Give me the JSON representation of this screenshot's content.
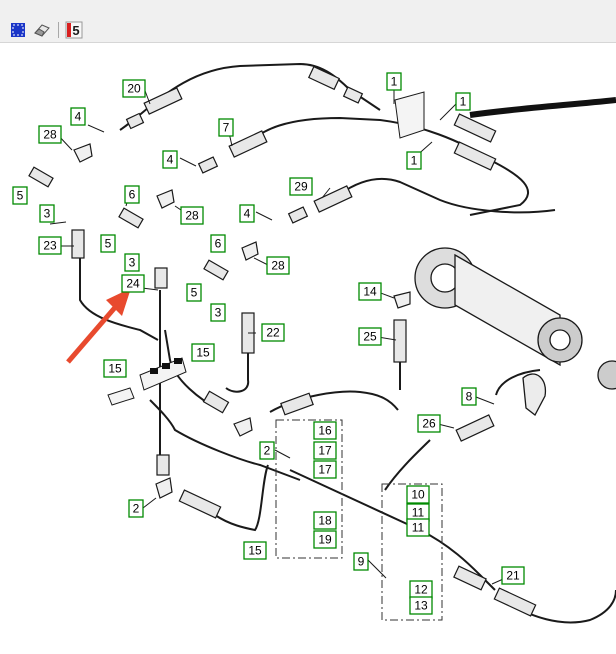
{
  "toolbar": {
    "buttons": [
      {
        "name": "select-all-icon",
        "color": "#1a35c8"
      },
      {
        "name": "eraser-icon",
        "color": "#7a7a7a"
      },
      {
        "name": "five-icon",
        "color": "#1a1a1a"
      }
    ]
  },
  "callouts": {
    "c1a": "1",
    "c1b": "1",
    "c1c": "1",
    "c2a": "2",
    "c2b": "2",
    "c3a": "3",
    "c3b": "3",
    "c3c": "3",
    "c4a": "4",
    "c4b": "4",
    "c4c": "4",
    "c5a": "5",
    "c5b": "5",
    "c5c": "5",
    "c6a": "6",
    "c6b": "6",
    "c7": "7",
    "c8": "8",
    "c9": "9",
    "c10": "10",
    "c11a": "11",
    "c11b": "11",
    "c12": "12",
    "c13": "13",
    "c14": "14",
    "c15a": "15",
    "c15b": "15",
    "c15c": "15",
    "c16": "16",
    "c17a": "17",
    "c17b": "17",
    "c18": "18",
    "c19": "19",
    "c20": "20",
    "c21": "21",
    "c22": "22",
    "c23": "23",
    "c24": "24",
    "c25": "25",
    "c26": "26",
    "c28a": "28",
    "c28b": "28",
    "c28c": "28",
    "c29": "29"
  },
  "colors": {
    "callout_border": "#008a00",
    "arrow": "#e84a2e",
    "line": "#1a1a1a"
  }
}
